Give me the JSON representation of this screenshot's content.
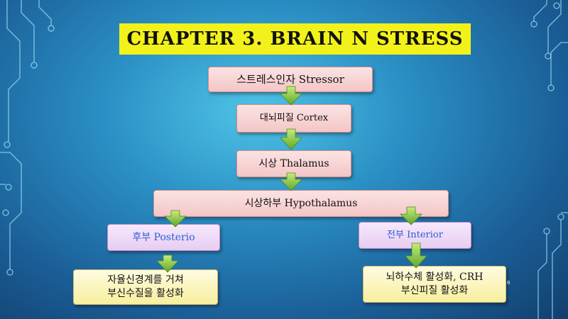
{
  "title": "CHAPTER 3.  BRAIN N STRESS",
  "nodes": {
    "stressor": "스트레스인자 Stressor",
    "cortex": "대뇌피질 Cortex",
    "thalamus": "시상 Thalamus",
    "hypothalamus": "시상하부  Hypothalamus",
    "posterior": "후부   Posterio",
    "anterior": "전부 Interior",
    "autonomic_line1": "자율신경계를 거쳐",
    "autonomic_line2": "부신수질을 활성화",
    "pituitary_line1": "뇌하수체 활성화, CRH",
    "pituitary_line2": "부신피질 활성화"
  },
  "page_number": "8",
  "colors": {
    "title_bg": "#f2f21a",
    "arrow": "#8cc63f",
    "node_pink": "#f4c6c6",
    "node_violet": "#e7cdf2",
    "node_yellow": "#f7ef9e",
    "branch_text": "#2a5fd8"
  }
}
